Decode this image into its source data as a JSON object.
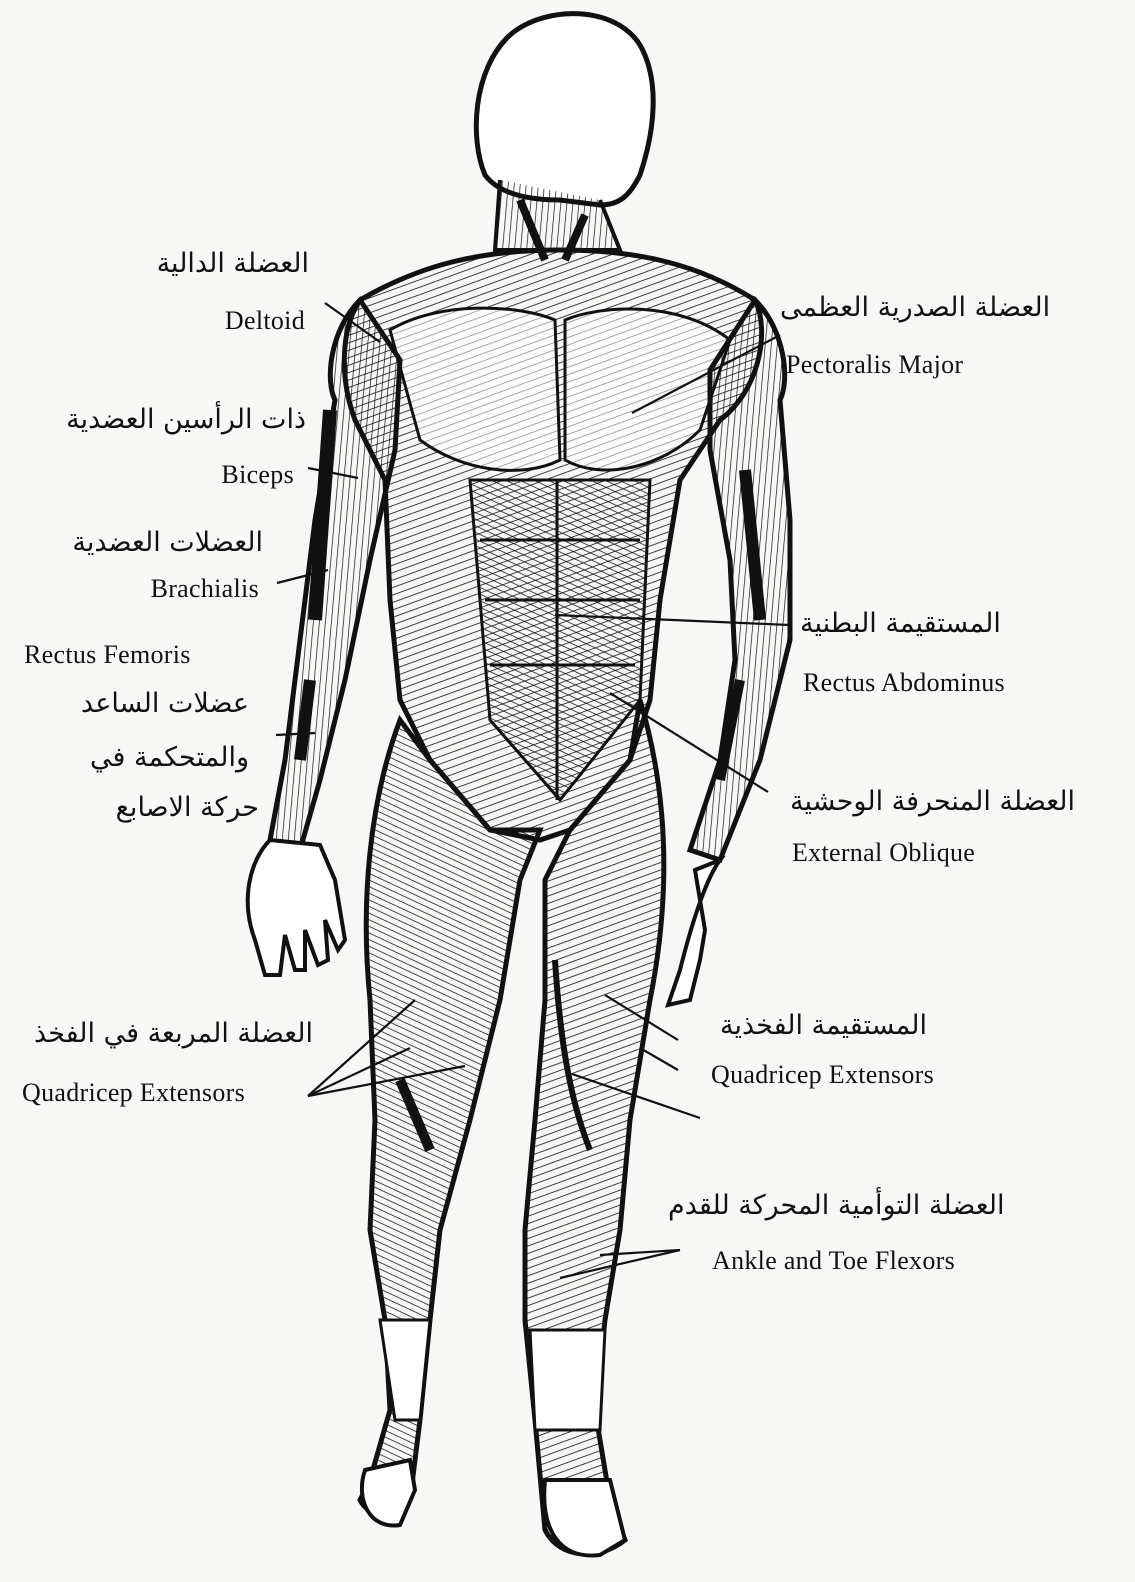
{
  "colors": {
    "background": "#f7f7f5",
    "ink": "#111111",
    "skin": "#ffffff"
  },
  "labels": {
    "deltoid": {
      "ar": "العضلة الدالية",
      "en": "Deltoid"
    },
    "pectoralis": {
      "ar": "العضلة الصدرية العظمى",
      "en": "Pectoralis Major"
    },
    "biceps": {
      "ar": "ذات الرأسين العضدية",
      "en": "Biceps"
    },
    "brachialis": {
      "ar": "العضلات العضدية",
      "en": "Brachialis"
    },
    "forearm": {
      "en": "Rectus Femoris",
      "ar_lines": [
        "عضلات الساعد",
        "والمتحكمة في",
        "حركة الاصابع"
      ]
    },
    "rectus_abdominus": {
      "ar": "المستقيمة البطنية",
      "en": "Rectus Abdominus"
    },
    "external_oblique": {
      "ar": "العضلة المنحرفة الوحشية",
      "en": "External Oblique"
    },
    "quad_left": {
      "ar": "العضلة المربعة في الفخذ",
      "en": "Quadricep Extensors"
    },
    "quad_right": {
      "ar": "المستقيمة الفخذية",
      "en": "Quadricep Extensors"
    },
    "ankle": {
      "ar": "العضلة التوأمية المحركة للقدم",
      "en": "Ankle and Toe Flexors"
    }
  }
}
